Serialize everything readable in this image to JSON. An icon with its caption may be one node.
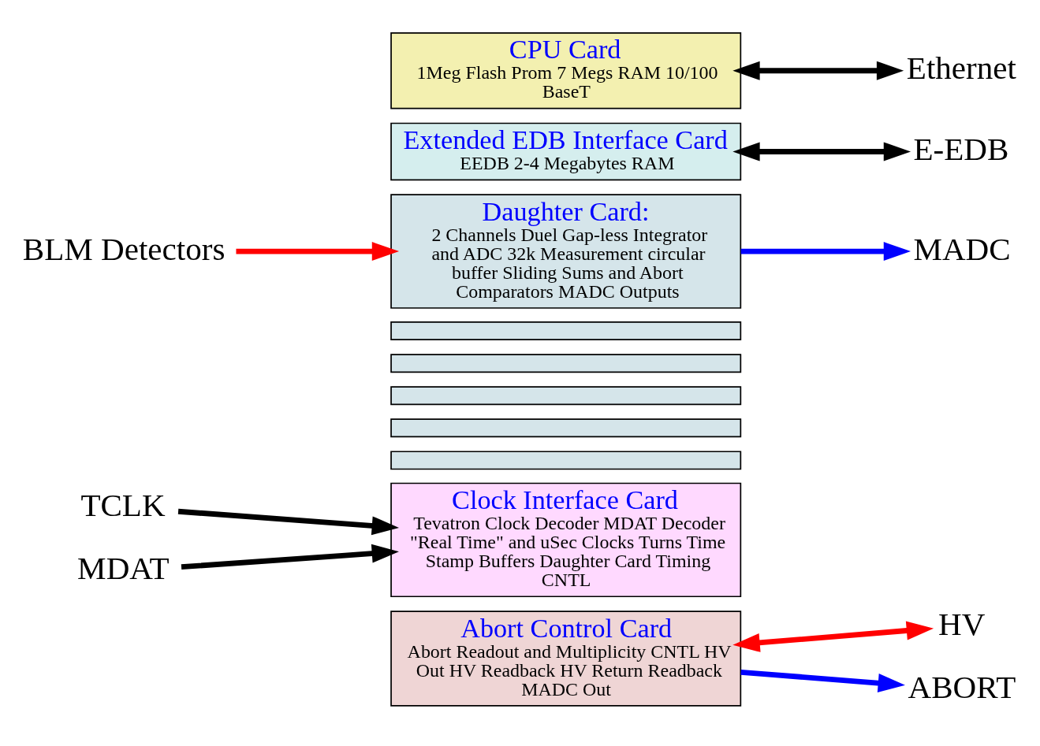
{
  "diagram": {
    "nodes": [
      {
        "text": [
          "CPU Card",
          "1Meg Flash Prom 7 Megs RAM 10/100 BaseT"
        ]
      },
      {
        "text": [
          "Ethernet"
        ]
      },
      {
        "text": [
          "Extended EDB Interface Card",
          "EEDB 2-4 Megabytes RAM"
        ]
      },
      {
        "text": [
          "E-EDB"
        ]
      },
      {
        "text": [
          "BLM Detectors"
        ]
      },
      {
        "text": [
          "Daughter Card:",
          "2 Channels Duel Gap-less Integrator and ADC 32k Measurement circular buffer Sliding Sums and Abort Comparators MADC Outputs"
        ]
      },
      {
        "text": [
          "MADC"
        ]
      },
      {
        "text": [],
        "shape": "bar"
      },
      {
        "text": [],
        "shape": "bar"
      },
      {
        "text": [],
        "shape": "bar"
      },
      {
        "text": [],
        "shape": "bar"
      },
      {
        "text": [],
        "shape": "bar"
      },
      {
        "text": [
          "TCLK"
        ]
      },
      {
        "text": [
          "Clock Interface Card",
          "Tevatron Clock Decoder MDAT Decoder \"Real Time\" and uSec Clocks Turns Time Stamp Buffers Daughter Card Timing CNTL"
        ]
      },
      {
        "text": [
          "MDAT"
        ]
      },
      {
        "text": [
          "Abort Control Card",
          "Abort Readout and Multiplicity CNTL HV Out HV Readback HV Return Readback MADC Out"
        ]
      },
      {
        "text": [
          "ABORT"
        ]
      },
      {
        "text": [
          "HV"
        ]
      }
    ],
    "edges": [
      {
        "from": 0,
        "to": 1,
        "arrow": "both"
      },
      {
        "from": 2,
        "to": 3,
        "arrow": "both"
      },
      {
        "from": 4,
        "to": 5,
        "arrow": "to",
        "color": "#ff0000"
      },
      {
        "from": 5,
        "to": 6,
        "arrow": "to",
        "color": "#0000ff"
      },
      {
        "from": 12,
        "to": 13,
        "arrow": "to"
      },
      {
        "from": 14,
        "to": 13,
        "arrow": "to"
      },
      {
        "from": 15,
        "to": 16,
        "arrow": "to",
        "color": "#0000ff"
      },
      {
        "from": 15,
        "to": 17,
        "arrow": "both",
        "color": "#ff0000"
      }
    ]
  }
}
